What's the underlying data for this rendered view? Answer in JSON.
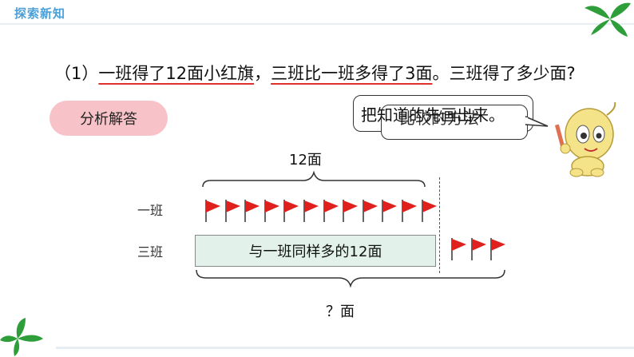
{
  "header": {
    "title": "探索新知"
  },
  "question": {
    "number": "（1）",
    "seg1": "一班得了12面小红旗",
    "comma": "，",
    "seg2": "三班比一班多得了3面",
    "seg3": "。三班得了多少面?"
  },
  "analysis_button": "分析解答",
  "speech_bubble": {
    "text_back": "把知道的先画出来。",
    "text_front": "比较的方法"
  },
  "diagram": {
    "top_label": "12面",
    "row1_label": "一班",
    "row2_label": "三班",
    "row1_flag_count": 12,
    "row2_extra_flag_count": 3,
    "box_label": "与一班同样多的12面",
    "bottom_label": "？面"
  },
  "colors": {
    "flag": "#e0201c",
    "header_text": "#4a9fd8",
    "analysis_button": "#f7c3c8",
    "box_fill": "#e2f2ea",
    "leaf": "#2e9e3a"
  }
}
